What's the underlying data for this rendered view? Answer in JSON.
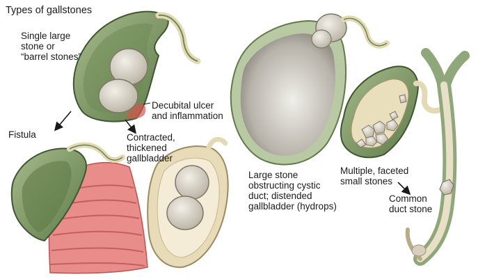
{
  "labels": {
    "title": "Types of gallstones",
    "single_large": "Single large\nstone or\n“barrel stones”",
    "decubital": "Decubital ulcer\nand inflammation",
    "fistula": "Fistula",
    "contracted": "Contracted,\nthickened\ngallbladder",
    "hydrops": "Large stone\nobstructing cystic\nduct; distended\ngallbladder (hydrops)",
    "multiple": "Multiple, faceted\nsmall stones",
    "common_duct": "Common\nduct stone"
  },
  "colors": {
    "wall_green": "#8fa77a",
    "wall_dark": "#4f6a3c",
    "lumen_cream": "#ece4c8",
    "stone": "#d8d2c4",
    "intestine_pink": "#e98b88",
    "ulcer_red": "#d9534f",
    "hydrops_grey": "#bdbab4"
  }
}
